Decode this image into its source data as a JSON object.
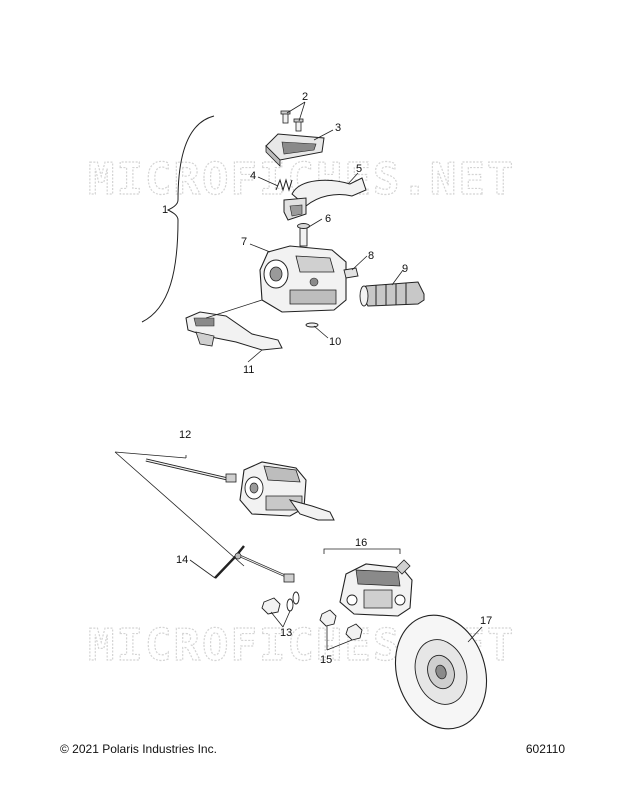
{
  "watermark": "MICROFICHES.NET",
  "callouts": [
    "1",
    "2",
    "3",
    "4",
    "5",
    "6",
    "7",
    "8",
    "9",
    "10",
    "11",
    "12",
    "13",
    "14",
    "15",
    "16",
    "17"
  ],
  "footer": {
    "copyright": "© 2021 Polaris Industries Inc.",
    "doc_number": "602110"
  },
  "colors": {
    "ink": "#222222",
    "watermark": "#d4d4d4",
    "part_fill": "#f2f2f2",
    "shade": "#9a9a9a"
  }
}
